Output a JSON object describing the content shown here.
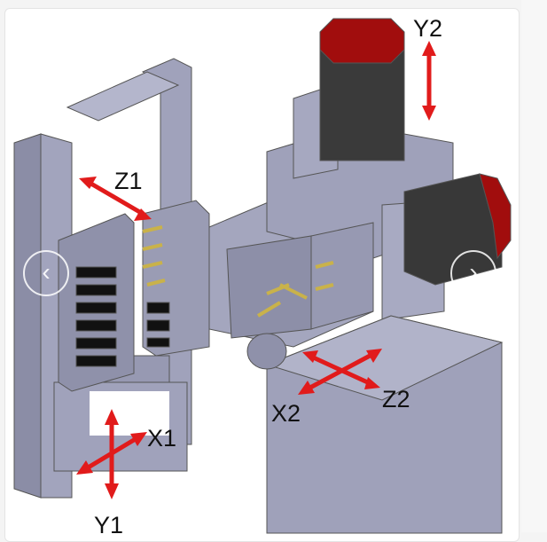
{
  "carousel": {
    "prev_icon": "chevron-left-icon",
    "next_icon": "chevron-right-icon",
    "prev_symbol": "‹",
    "next_symbol": "›"
  },
  "image": {
    "axis_labels": {
      "y2": "Y2",
      "z1": "Z1",
      "x1": "X1",
      "y1": "Y1",
      "x2": "X2",
      "z2": "Z2"
    }
  },
  "colors": {
    "arrow": "#e11b1b",
    "motor_cap": "#a10d0d",
    "body": "#9a9cb4",
    "motor": "#3a3a3a"
  }
}
